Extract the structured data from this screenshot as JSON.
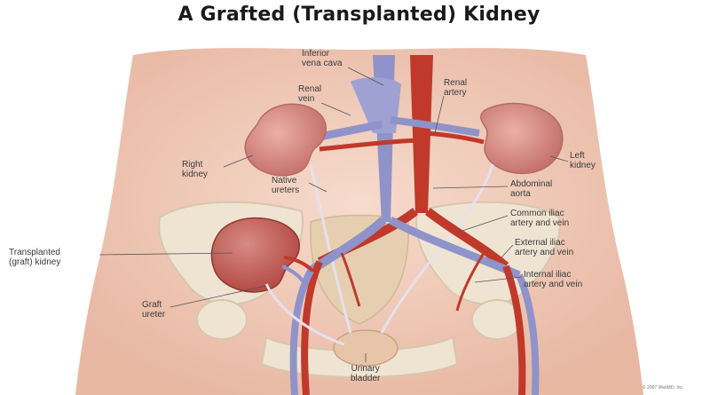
{
  "title": "A Grafted (Transplanted) Kidney",
  "labels": {
    "inferior_vena_cava": [
      "Inferior",
      "vena cava"
    ],
    "renal_vein": [
      "Renal",
      "vein"
    ],
    "renal_artery": [
      "Renal",
      "artery"
    ],
    "right_kidney": [
      "Right",
      "kidney"
    ],
    "left_kidney": [
      "Left",
      "kidney"
    ],
    "native_ureters": [
      "Native",
      "ureters"
    ],
    "abdominal_aorta": [
      "Abdominal",
      "aorta"
    ],
    "common_iliac": [
      "Common iliac",
      "artery and vein"
    ],
    "transplanted_kidney": [
      "Transplanted",
      "(graft) kidney"
    ],
    "external_iliac": [
      "External iliac",
      "artery and vein"
    ],
    "internal_iliac": [
      "Internal iliac",
      "artery and vein"
    ],
    "graft_ureter": [
      "Graft",
      "ureter"
    ],
    "urinary_bladder": [
      "Urinary",
      "bladder"
    ]
  },
  "credit": "© 2007 WebMD, Inc.",
  "colors": {
    "skin": "#f3d3c4",
    "artery": "#c0392b",
    "vein": "#8f93c9",
    "kidney": "#d98a86",
    "bone": "#efe4d2"
  }
}
